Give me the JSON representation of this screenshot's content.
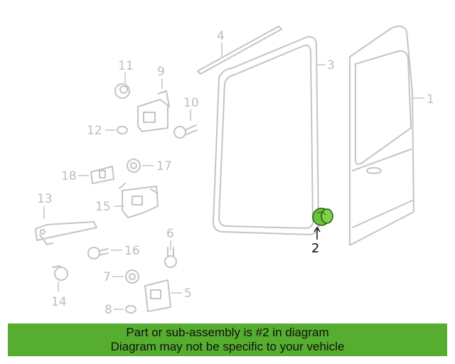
{
  "diagram": {
    "highlight_color": "#6cc13a",
    "callouts": {
      "c1": "1",
      "c2": "2",
      "c3": "3",
      "c4": "4",
      "c5": "5",
      "c6": "6",
      "c7": "7",
      "c8": "8",
      "c9": "9",
      "c10": "10",
      "c11": "11",
      "c12": "12",
      "c13": "13",
      "c14": "14",
      "c15": "15",
      "c16": "16",
      "c17": "17",
      "c18": "18"
    }
  },
  "banner": {
    "line1": "Part or sub-assembly is #2 in diagram",
    "line2": "Diagram may not be specific to your vehicle"
  }
}
